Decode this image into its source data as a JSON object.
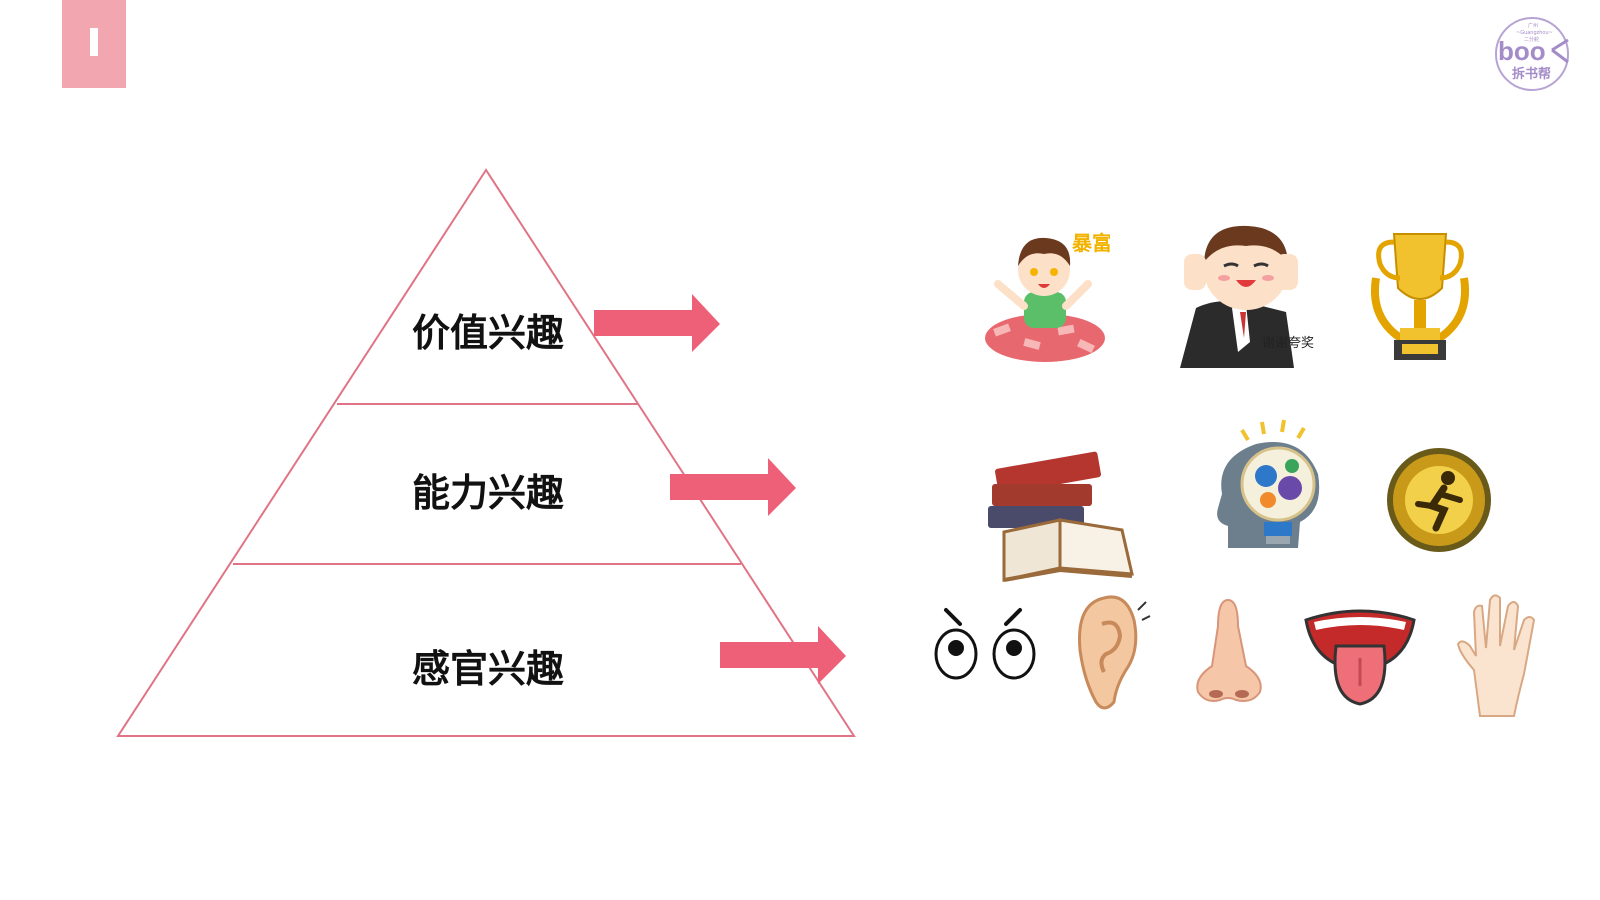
{
  "slide": {
    "brand": {
      "logo_text": "boo",
      "logo_subtext": "拆书帮",
      "logo_small_top": "广州",
      "logo_small_mid": "~Guangzhou~",
      "logo_small_bot": "二分舵"
    },
    "accent_color": "#f06078",
    "line_color": "#e07486"
  },
  "pyramid": {
    "tiers": [
      {
        "label": "价值兴趣",
        "icons": [
          "money-rich-icon",
          "thanks-praise-icon",
          "trophy-icon"
        ]
      },
      {
        "label": "能力兴趣",
        "icons": [
          "books-icon",
          "brain-gears-icon",
          "running-badge-icon"
        ]
      },
      {
        "label": "感官兴趣",
        "icons": [
          "eyes-icon",
          "ear-icon",
          "nose-icon",
          "mouth-tongue-icon",
          "hand-icon"
        ]
      }
    ]
  },
  "captions": {
    "money_text": "暴富",
    "thanks_text": "谢谢夸奖"
  }
}
